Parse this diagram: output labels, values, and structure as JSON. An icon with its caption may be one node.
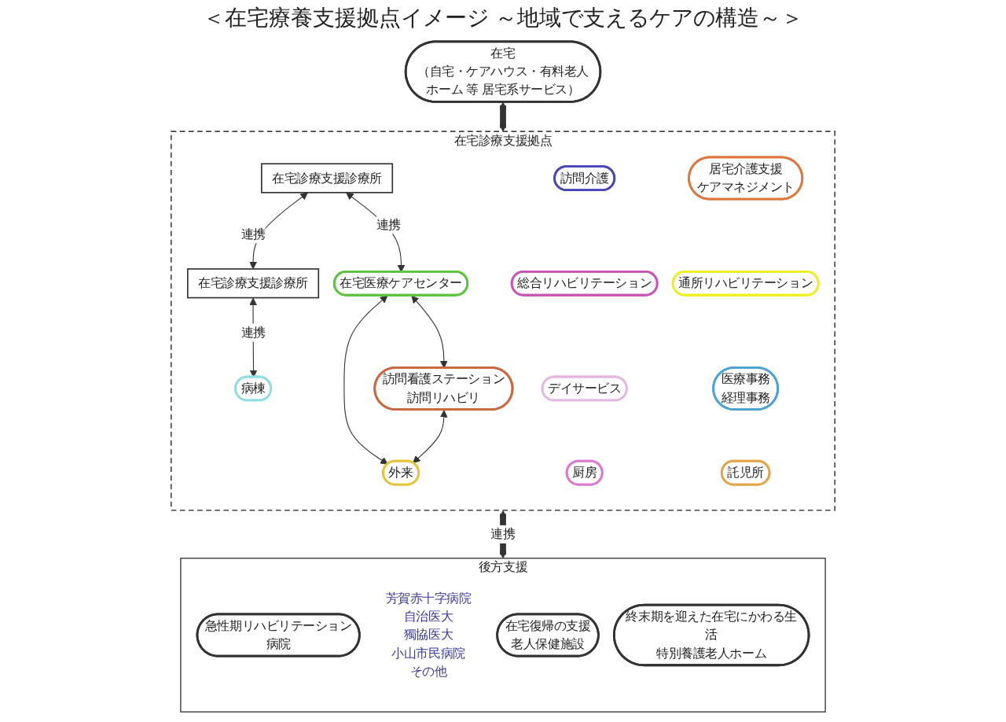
{
  "diagram": {
    "title": "＜在宅療養支援拠点イメージ ～地域で支えるケアの構造～＞",
    "nodes": [
      {
        "text": [
          "在宅",
          "（自宅・ケアハウス・有料老人ホーム 等 居宅系サービス）"
        ]
      },
      {
        "text": [
          "在宅診療支援拠点"
        ]
      },
      {
        "text": [
          "在宅診療支援診療所"
        ],
        "in": 1
      },
      {
        "text": [
          "在宅診療支援診療所"
        ],
        "in": 1
      },
      {
        "text": [
          "在宅医療ケアセンター"
        ],
        "in": 1
      },
      {
        "text": [
          "外来"
        ],
        "in": 1
      },
      {
        "text": [
          "病棟"
        ],
        "in": 1
      },
      {
        "text": [
          "訪問看護ステーション",
          "訪問リハビリ"
        ],
        "in": 1
      },
      {
        "text": [
          "訪問介護"
        ],
        "in": 1
      },
      {
        "text": [
          "居宅介護支援",
          "ケアマネジメント"
        ],
        "in": 1
      },
      {
        "text": [
          "総合リハビリテーション"
        ],
        "in": 1
      },
      {
        "text": [
          "通所リハビリテーション"
        ],
        "in": 1
      },
      {
        "text": [
          "デイサービス"
        ],
        "in": 1
      },
      {
        "text": [
          "医療事務",
          "経理事務"
        ],
        "in": 1
      },
      {
        "text": [
          "厨房"
        ],
        "in": 1
      },
      {
        "text": [
          "託児所"
        ],
        "in": 1
      },
      {
        "text": [
          "後方支援"
        ]
      },
      {
        "text": [
          "急性期リハビリテーション",
          "病院"
        ],
        "in": 16,
        "beside": [
          "芳賀赤十字病院",
          "自治医大",
          "獨協医大",
          "小山市民病院",
          "その他"
        ]
      },
      {
        "text": [
          "在宅復帰の支援",
          "老人保健施設"
        ],
        "in": 16
      },
      {
        "text": [
          "終末期を迎えた在宅にかわる生活",
          "特別養護老人ホーム"
        ],
        "in": 16
      }
    ],
    "edges": [
      {
        "from": 0,
        "to": 1,
        "arrow": "both",
        "style": "thick"
      },
      {
        "from": 2,
        "to": 3,
        "arrow": "both",
        "label": "連携"
      },
      {
        "from": 2,
        "to": 4,
        "arrow": "both",
        "label": "連携"
      },
      {
        "from": 3,
        "to": 6,
        "arrow": "both",
        "label": "連携"
      },
      {
        "from": 4,
        "to": 5,
        "arrow": "both"
      },
      {
        "from": 4,
        "to": 7,
        "arrow": "both"
      },
      {
        "from": 7,
        "to": 5,
        "arrow": "both"
      },
      {
        "from": 1,
        "to": 16,
        "arrow": "both",
        "label": "連携",
        "style": "thick"
      }
    ]
  }
}
